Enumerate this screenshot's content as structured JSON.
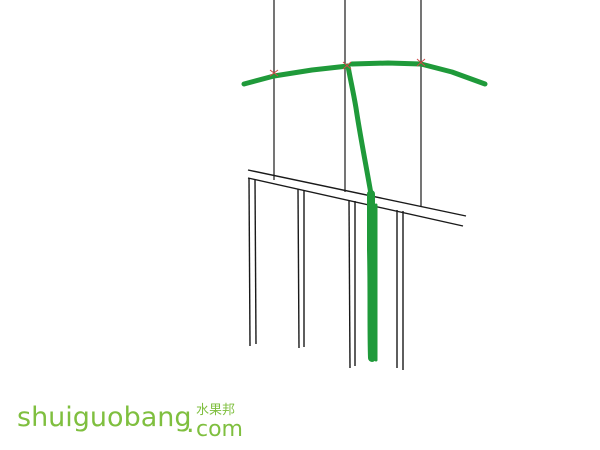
{
  "diagram": {
    "colors": {
      "background": "#ffffff",
      "frame": "#1a1a1a",
      "vine": "#1f9a3a",
      "tie_mark": "#d04848",
      "watermark": "#7fbf3f"
    },
    "elements": [
      "upper-trellis-wires",
      "lower-trellis-frame",
      "green-vine-trunk-and-arms",
      "red-tie-marks"
    ]
  },
  "watermark": {
    "main": "shuiguobang",
    "dot": ".",
    "domain": "com",
    "cjk": "水果邦"
  }
}
